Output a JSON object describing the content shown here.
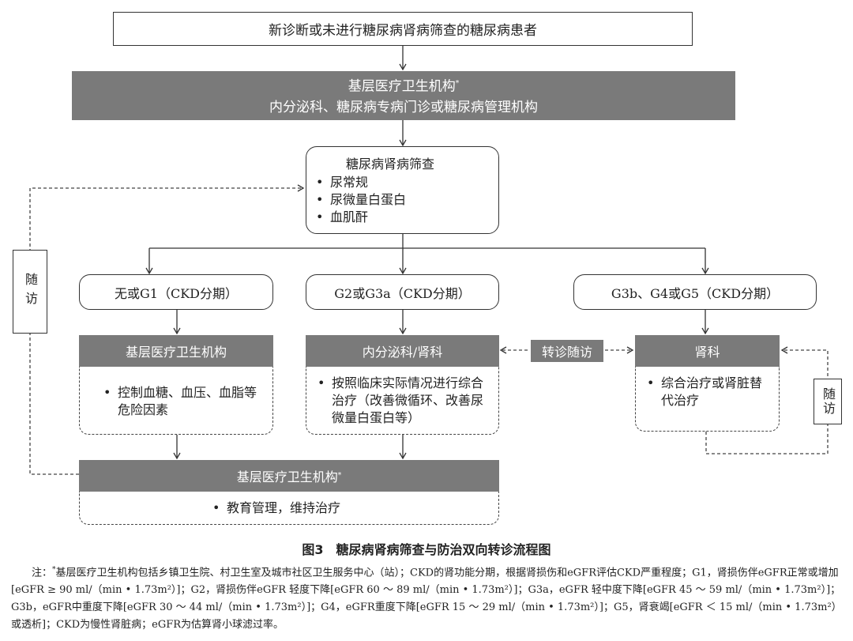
{
  "top_box": "新诊断或未进行糖尿病肾病筛查的糖尿病患者",
  "primary_care_header": {
    "line1": "基层医疗卫生机构",
    "line1_sup": "*",
    "line2": "内分泌科、糖尿病专病门诊或糖尿病管理机构"
  },
  "screening": {
    "title": "糖尿病肾病筛查",
    "items": [
      "尿常规",
      "尿微量白蛋白",
      "血肌酐"
    ]
  },
  "stages": {
    "left": "无或G1（CKD分期）",
    "middle": "G2或G3a（CKD分期）",
    "right": "G3b、G4或G5（CKD分期）"
  },
  "left_facility": {
    "title": "基层医疗卫生机构",
    "items": [
      "控制血糖、血压、血脂等危险因素"
    ]
  },
  "middle_facility": {
    "title": "内分泌科/肾科",
    "items": [
      "按照临床实际情况进行综合治疗（改善微循环、改善尿微量白蛋白等）"
    ]
  },
  "right_facility": {
    "title": "肾科",
    "items": [
      "综合治疗或肾脏替代治疗"
    ]
  },
  "transfer_label": "转诊随访",
  "followup_left": "随访",
  "followup_right": "随访",
  "bottom_facility": {
    "title": "基层医疗卫生机构",
    "title_sup": "*",
    "items": [
      "教育管理，维持治疗"
    ]
  },
  "caption": "图3　糖尿病肾病筛查与防治双向转诊流程图",
  "note": {
    "prefix": "注：",
    "sup": "*",
    "text": "基层医疗卫生机构包括乡镇卫生院、村卫生室及城市社区卫生服务中心（站）；CKD的肾功能分期，根据肾损伤和eGFR评估CKD严重程度；G1，肾损伤伴eGFR正常或增加[eGFR ≥ 90 ml/（min • 1.73m²）]；G2，肾损伤伴eGFR 轻度下降[eGFR 60 ～ 89 ml/（min • 1.73m²）]；G3a，eGFR 轻中度下降[eGFR 45 ～ 59 ml/（min • 1.73m²）]；G3b，eGFR中重度下降[eGFR 30 ～ 44 ml/（min • 1.73m²）]；G4，eGFR重度下降[eGFR 15 ～ 29 ml/（min • 1.73m²）]；G5，肾衰竭[eGFR ＜ 15 ml/（min • 1.73m²）或透析]；CKD为慢性肾脏病；eGFR为估算肾小球滤过率。"
  }
}
